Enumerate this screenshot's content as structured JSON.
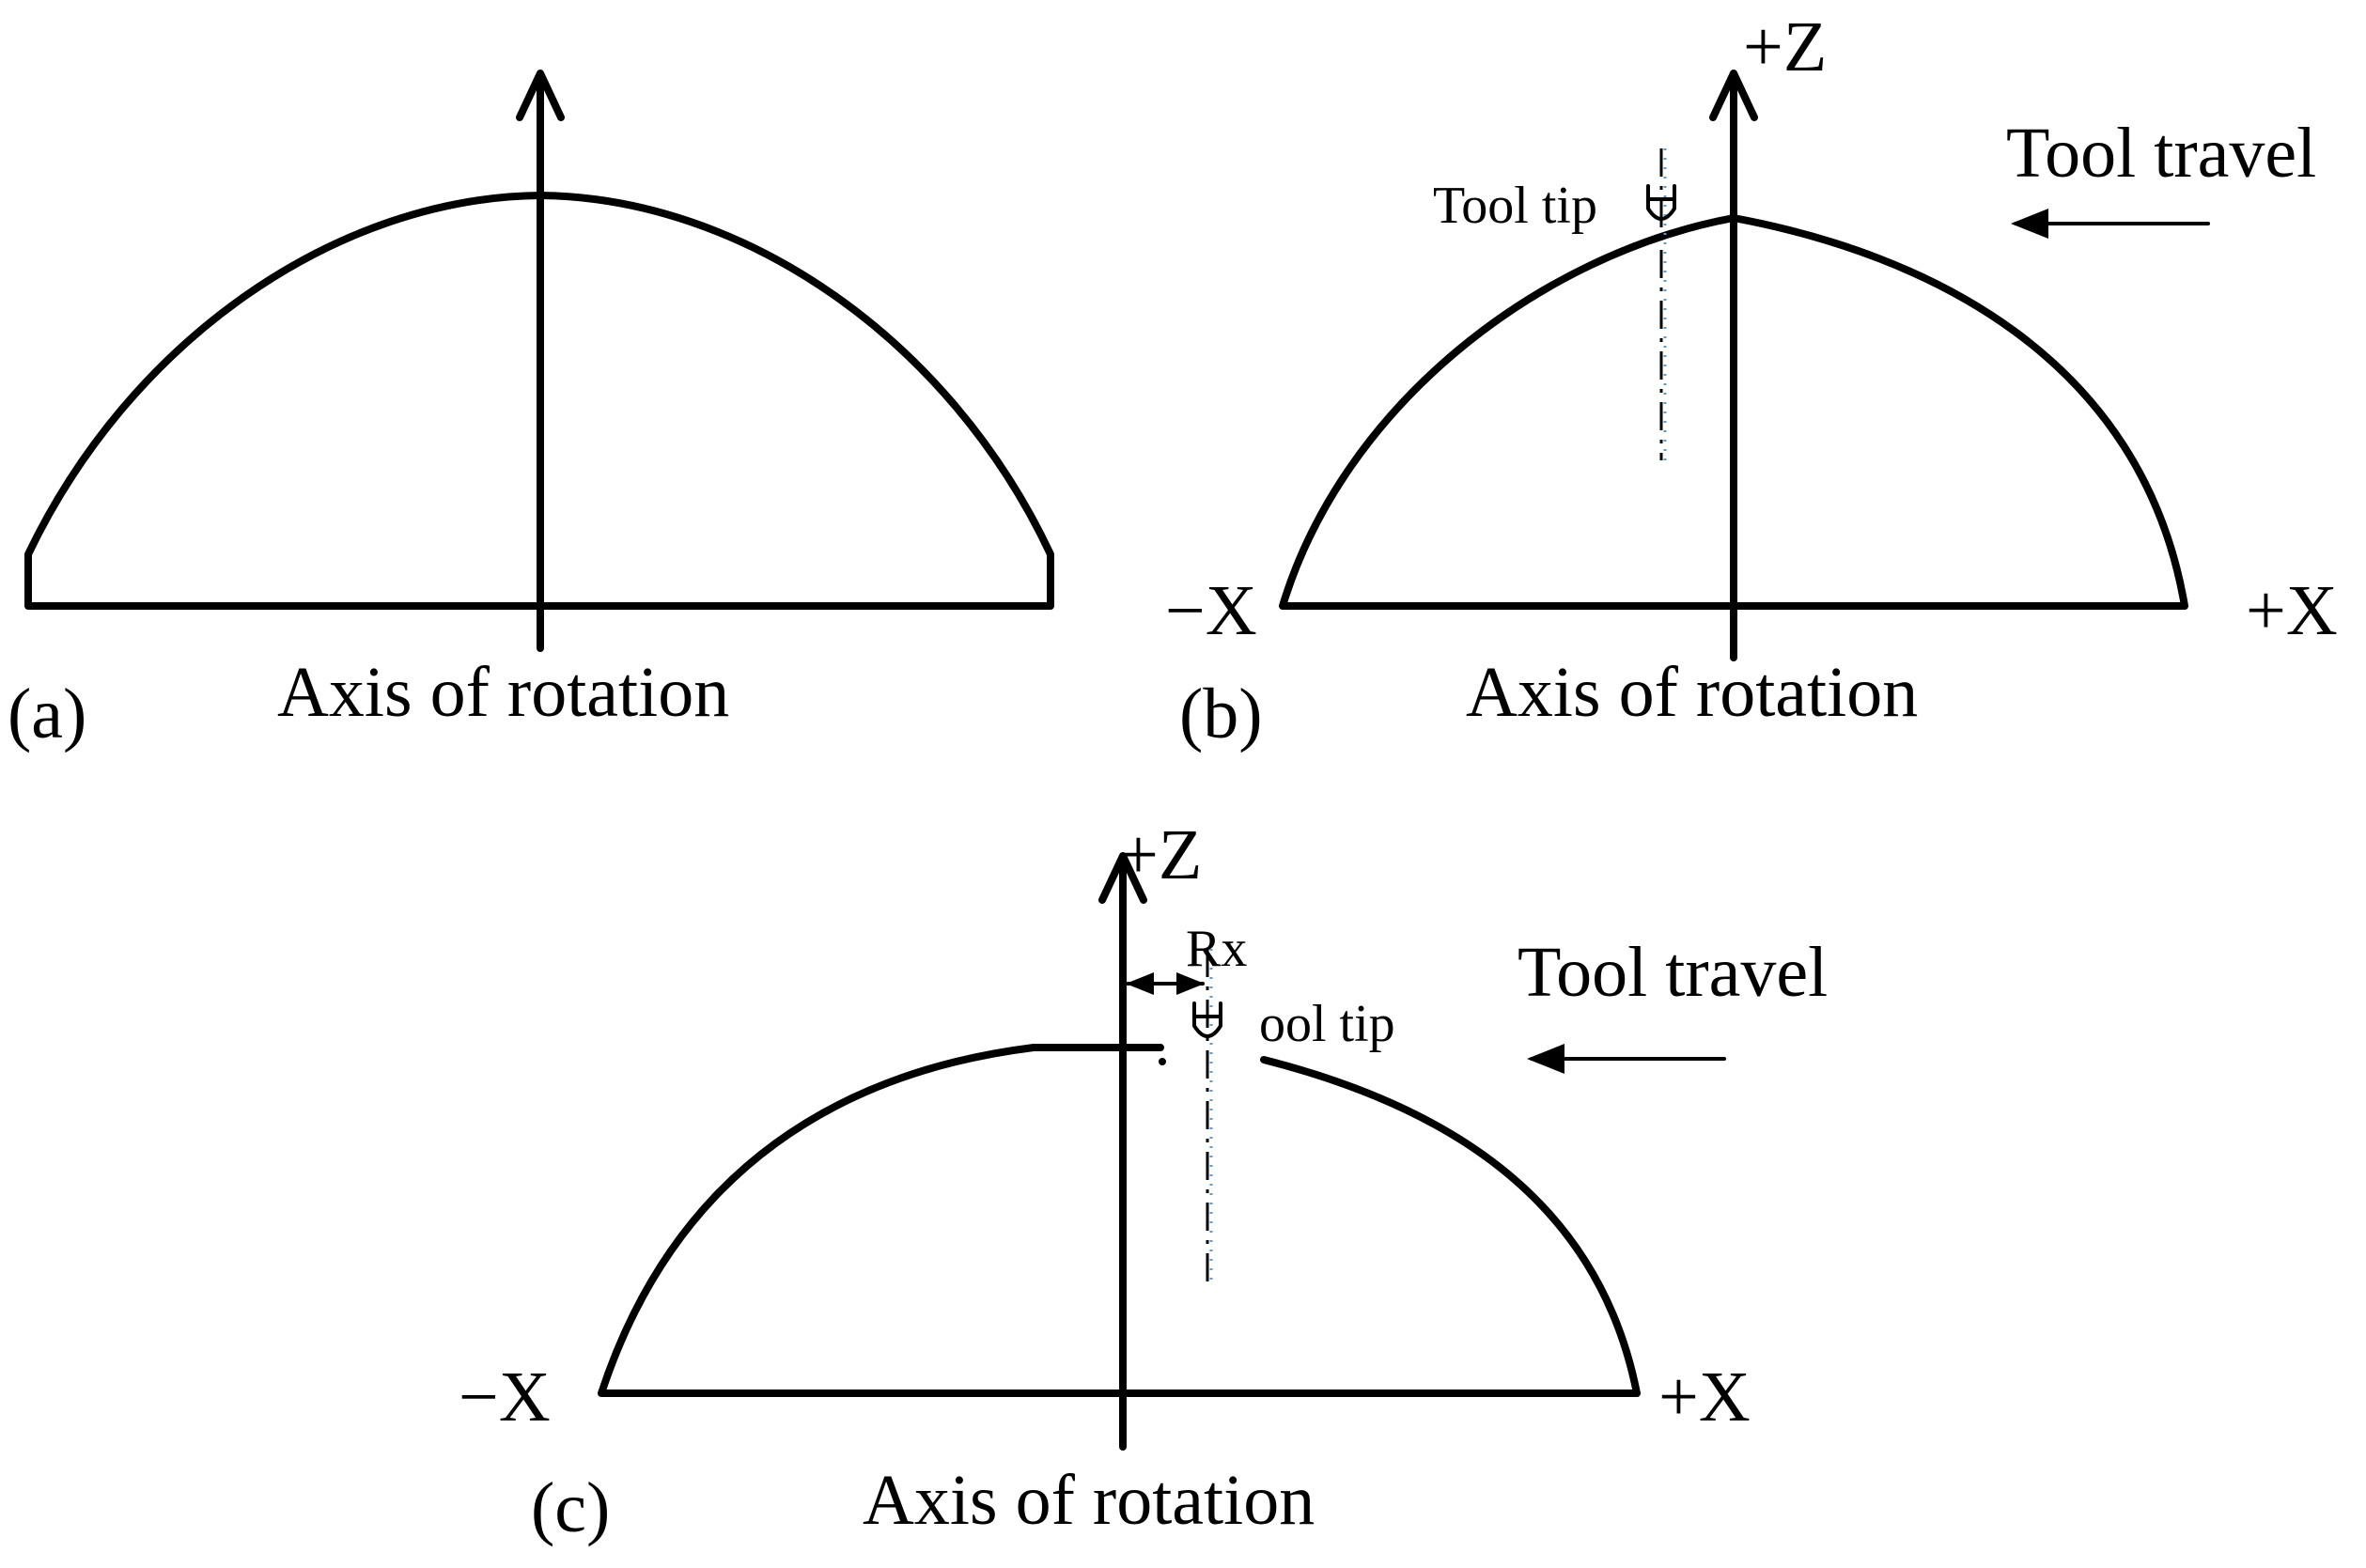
{
  "colors": {
    "ink": "#000000",
    "centerline": "#000000",
    "dotted": "#5b9bd5"
  },
  "panel_a": {
    "label": "(a)",
    "axis_label": "Axis of rotation"
  },
  "panel_b": {
    "label": "(b)",
    "axis_label": "Axis of rotation",
    "z_label": "+Z",
    "neg_x_label": "−X",
    "pos_x_label": "+X",
    "tool_tip_label": "Tool tip",
    "tool_travel_label": "Tool travel"
  },
  "panel_c": {
    "label": "(c)",
    "axis_label": "Axis of rotation",
    "z_label": "+Z",
    "neg_x_label": "−X",
    "pos_x_label": "+X",
    "tool_tip_label": "ool tip",
    "rx_label": "Rx",
    "tool_travel_label": "Tool travel"
  }
}
